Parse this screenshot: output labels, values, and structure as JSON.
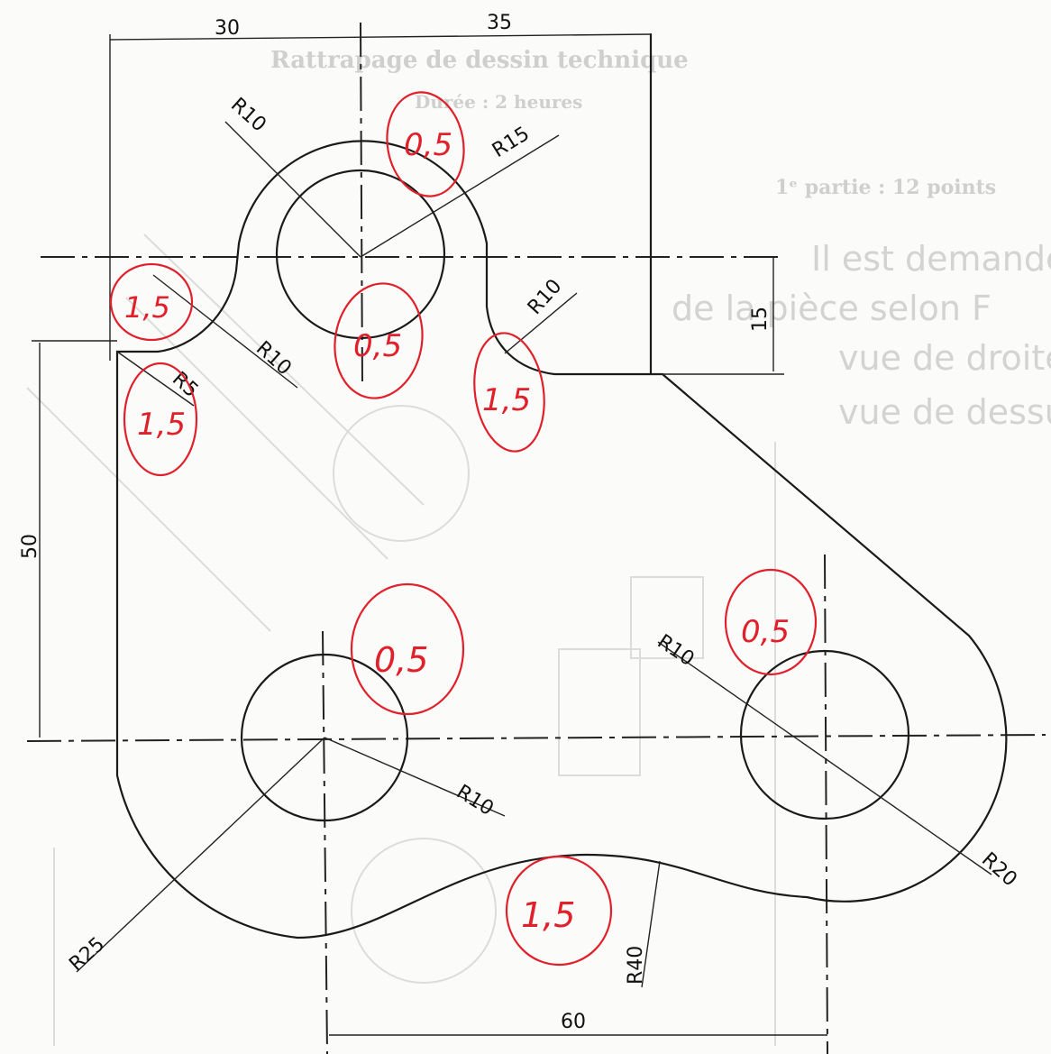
{
  "background_text": {
    "title": "Rattrapage de dessin technique",
    "duration": "Durée : 2 heures",
    "part": "1ᵉ partie : 12 points",
    "handwriting": [
      "Il est demandé...",
      "de la pièce selon F",
      "vue de droite",
      "vue de dessus."
    ]
  },
  "dimensions": {
    "d30": "30",
    "d35": "35",
    "d15": "15",
    "d50": "50",
    "d60": "60",
    "r10_top_left": "R10",
    "r15": "R15",
    "r10_right_fillet": "R10",
    "r10_left_fillet": "R10",
    "r5": "R5",
    "r10_bottom_left": "R10",
    "r10_right_hole": "R10",
    "r25": "R25",
    "r40": "R40",
    "r20": "R20"
  },
  "grades": {
    "g1": "0,5",
    "g2": "1,5",
    "g3": "0,5",
    "g4": "1,5",
    "g5": "1,5",
    "g6": "0,5",
    "g7": "0,5",
    "g8": "1,5"
  },
  "colors": {
    "ink": "#1a1a1a",
    "grade": "#e0202a",
    "ghost": "#cfcfcf"
  }
}
